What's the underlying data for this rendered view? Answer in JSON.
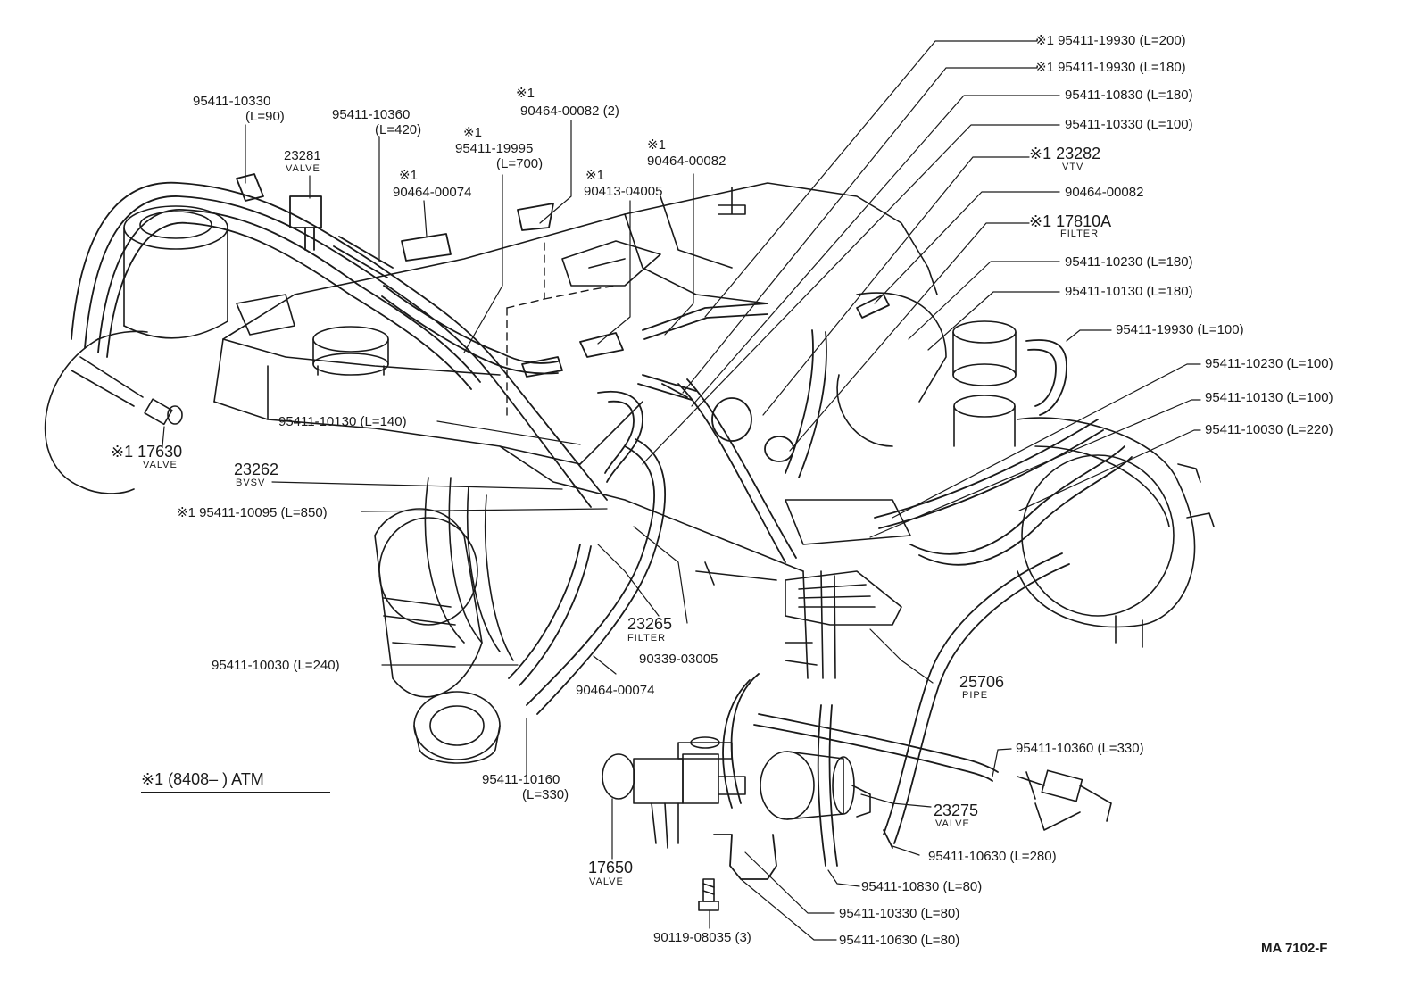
{
  "colors": {
    "ink": "#1a1a1a",
    "paper": "#ffffff"
  },
  "labels": {
    "p95411_10330_90": "95411-10330",
    "p95411_10330_90_len": "(L=90)",
    "p95411_10360_420": "95411-10360",
    "p95411_10360_420_len": "(L=420)",
    "p23281": "23281",
    "p23281_name": "VALVE",
    "mark_a": "※1",
    "p95411_19995": "95411-19995",
    "p95411_19995_len": "(L=700)",
    "mark_b": "※1",
    "p90464_00082_2": "90464-00082 (2)",
    "mark_c": "※1",
    "p90464_00074_top": "90464-00074",
    "mark_d": "※1",
    "p90413_04005": "90413-04005",
    "mark_e": "※1",
    "p90464_00082_mid": "90464-00082",
    "r1": "※1 95411-19930 (L=200)",
    "r2": "※1 95411-19930 (L=180)",
    "r3": "95411-10830 (L=180)",
    "r4": "95411-10330 (L=100)",
    "r5": "※1 23282",
    "r5_name": "VTV",
    "r6": "90464-00082",
    "r7": "※1 17810A",
    "r7_name": "FILTER",
    "r8": "95411-10230 (L=180)",
    "r9": "95411-10130 (L=180)",
    "r10": "95411-19930 (L=100)",
    "r11": "95411-10230 (L=100)",
    "r12": "95411-10130 (L=100)",
    "r13": "95411-10030 (L=220)",
    "p17630": "※1 17630",
    "p17630_name": "VALVE",
    "p95411_10130_140": "95411-10130 (L=140)",
    "p23262": "23262",
    "p23262_name": "BVSV",
    "p95411_10095": "※1 95411-10095 (L=850)",
    "p23265": "23265",
    "p23265_name": "FILTER",
    "p90339_03005": "90339-03005",
    "p95411_10030_240": "95411-10030 (L=240)",
    "p90464_00074_bot": "90464-00074",
    "p25706": "25706",
    "p25706_name": "PIPE",
    "p95411_10360_330": "95411-10360 (L=330)",
    "p23275": "23275",
    "p23275_name": "VALVE",
    "p95411_10630_280": "95411-10630 (L=280)",
    "p95411_10830_80": "95411-10830 (L=80)",
    "p95411_10330_80": "95411-10330 (L=80)",
    "p95411_10630_80": "95411-10630 (L=80)",
    "p95411_10160": "95411-10160",
    "p95411_10160_len": "(L=330)",
    "p17650": "17650",
    "p17650_name": "VALVE",
    "p90119_08035": "90119-08035 (3)",
    "note": "※1 (8408–        ) ATM",
    "code": "MA  7102-F"
  }
}
